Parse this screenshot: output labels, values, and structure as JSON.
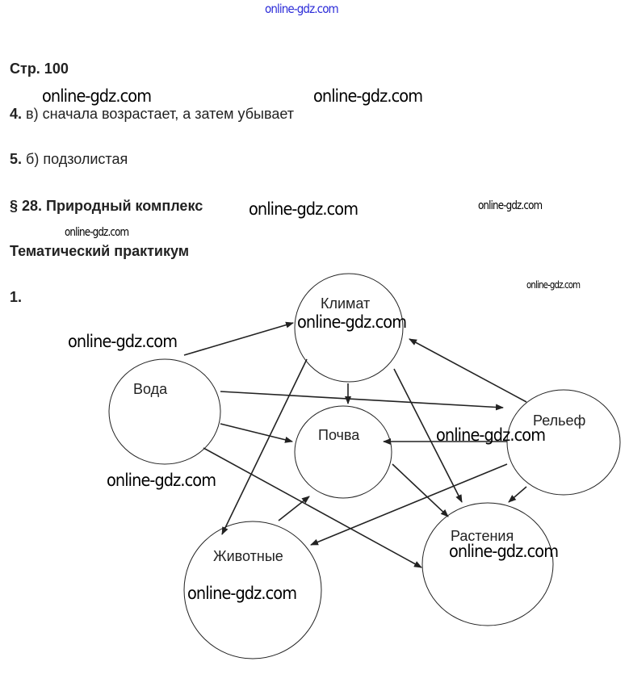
{
  "page": {
    "heading_page": "Стр. 100",
    "answers": [
      {
        "num": "4.",
        "text": "в) сначала возрастает, а затем убывает"
      },
      {
        "num": "5.",
        "text": "б) подзолистая"
      }
    ],
    "section_title": "§ 28. Природный комплекс",
    "subsection_title": "Тематический практикум",
    "task_number": "1."
  },
  "diagram": {
    "nodes": [
      {
        "id": "klimat",
        "label": "Климат"
      },
      {
        "id": "voda",
        "label": "Вода"
      },
      {
        "id": "pochva",
        "label": "Почва"
      },
      {
        "id": "relief",
        "label": "Рельеф"
      },
      {
        "id": "rasteniya",
        "label": "Растения"
      },
      {
        "id": "zhivotnye",
        "label": "Животные"
      }
    ],
    "edges": [
      [
        "voda",
        "klimat"
      ],
      [
        "klimat",
        "pochva"
      ],
      [
        "klimat",
        "zhivotnye"
      ],
      [
        "klimat",
        "rasteniya"
      ],
      [
        "voda",
        "relief"
      ],
      [
        "voda",
        "pochva"
      ],
      [
        "voda",
        "rasteniya"
      ],
      [
        "relief",
        "klimat"
      ],
      [
        "relief",
        "pochva"
      ],
      [
        "relief",
        "zhivotnye"
      ],
      [
        "relief",
        "rasteniya"
      ],
      [
        "pochva",
        "rasteniya"
      ],
      [
        "zhivotnye",
        "pochva"
      ]
    ]
  },
  "watermark": "online-gdz.com",
  "colors": {
    "text": "#222222",
    "top_watermark": "#2b2bd8"
  }
}
